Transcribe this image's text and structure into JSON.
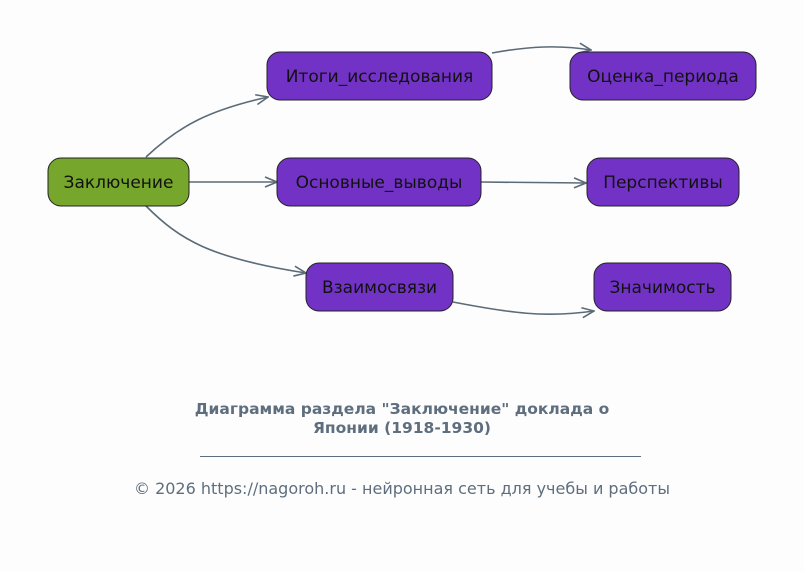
{
  "diagram": {
    "nodes": [
      {
        "id": "root",
        "label": "Заключение",
        "color": "#76a72c"
      },
      {
        "id": "n1",
        "label": "Итоги_исследования",
        "color": "#7232c5"
      },
      {
        "id": "n2",
        "label": "Основные_выводы",
        "color": "#7232c5"
      },
      {
        "id": "n3",
        "label": "Взаимосвязи",
        "color": "#7232c5"
      },
      {
        "id": "n4",
        "label": "Оценка_периода",
        "color": "#7232c5"
      },
      {
        "id": "n5",
        "label": "Перспективы",
        "color": "#7232c5"
      },
      {
        "id": "n6",
        "label": "Значимость",
        "color": "#7232c5"
      }
    ],
    "edges": [
      {
        "from": "root",
        "to": "n1"
      },
      {
        "from": "root",
        "to": "n2"
      },
      {
        "from": "root",
        "to": "n3"
      },
      {
        "from": "n1",
        "to": "n4"
      },
      {
        "from": "n2",
        "to": "n5"
      },
      {
        "from": "n3",
        "to": "n6"
      }
    ],
    "edge_color": "#5b6b78"
  },
  "caption": {
    "title_line1": "Диаграмма раздела \"Заключение\" доклада о",
    "title_line2": "Японии (1918-1930)",
    "footer": "© 2026 https://nagoroh.ru - нейронная сеть для учебы и работы"
  }
}
